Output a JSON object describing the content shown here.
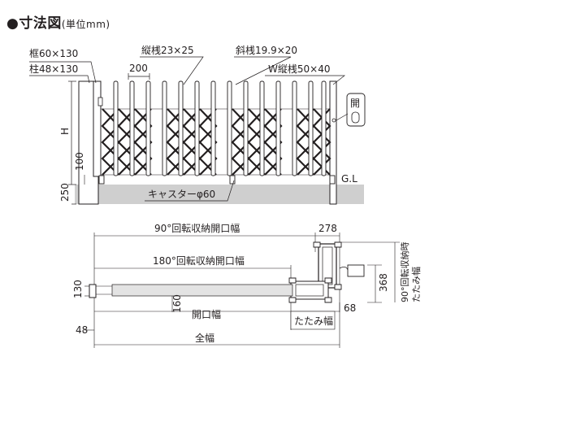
{
  "title": {
    "bullet": "●",
    "main": "寸法図",
    "unit": "(単位mm)"
  },
  "elevation": {
    "labels": {
      "frame": "框60×130",
      "post": "柱48×130",
      "spacing": "200",
      "vertical_bar": "縦桟23×25",
      "diagonal_bar": "斜桟19.9×20",
      "w_vertical_bar": "W縦桟50×40",
      "height": "H",
      "h100": "100",
      "h250": "250",
      "caster": "キャスターφ60",
      "ground": "G.L",
      "open_sign": "開"
    }
  },
  "plan": {
    "labels": {
      "rot90_open_width": "90°回転収納開口幅",
      "rot180_open_width": "180°回転収納開口幅",
      "d278": "278",
      "d368": "368",
      "d68": "68",
      "d130": "130",
      "d160": "160",
      "d48": "48",
      "opening_width": "開口幅",
      "folded_width": "たたみ幅",
      "total_width": "全幅",
      "rot90_folded_line1": "90°回転収納時",
      "rot90_folded_line2": "たたみ幅"
    }
  }
}
